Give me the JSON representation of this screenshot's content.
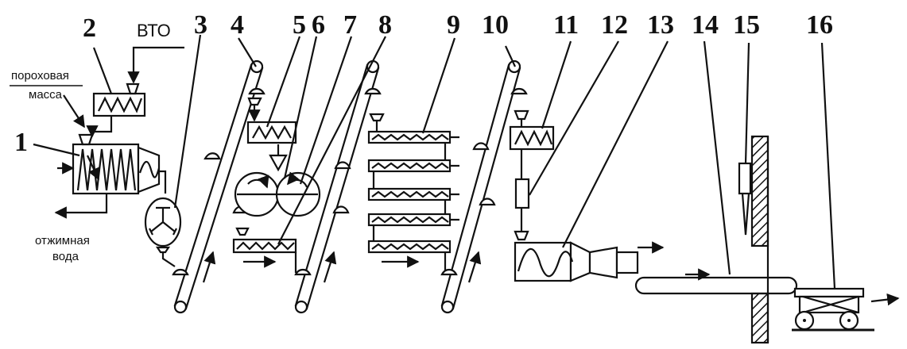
{
  "numbers": {
    "n1": "1",
    "n2": "2",
    "n3": "3",
    "n4": "4",
    "n5": "5",
    "n6": "6",
    "n7": "7",
    "n8": "8",
    "n9": "9",
    "n10": "10",
    "n11": "11",
    "n12": "12",
    "n13": "13",
    "n14": "14",
    "n15": "15",
    "n16": "16"
  },
  "labels": {
    "vto": "ВТО",
    "powder_line1": "пороховая",
    "powder_line2": "масса",
    "water_line1": "отжимная",
    "water_line2": "вода"
  }
}
